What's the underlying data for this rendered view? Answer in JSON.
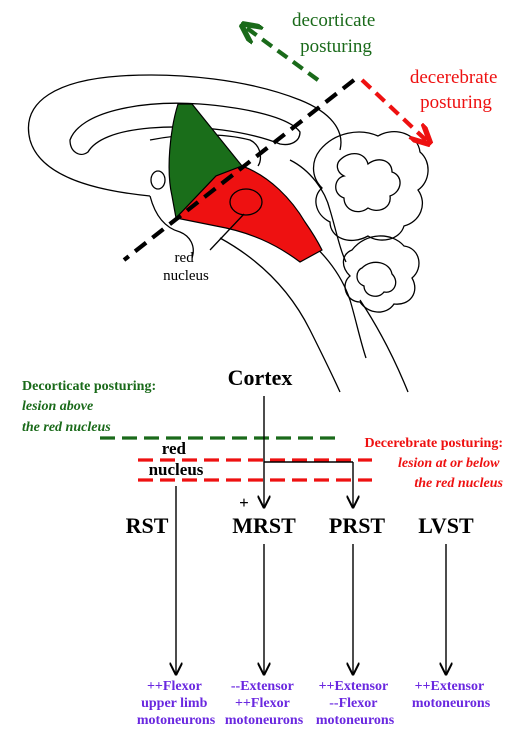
{
  "colors": {
    "green": "#1a6a1a",
    "green_fill": "#1a6e1a",
    "red": "#ee1111",
    "red_fill": "#ee1111",
    "purple": "#6a28e0",
    "black": "#000000"
  },
  "brain": {
    "decorticate_label": [
      "decorticate",
      "posturing"
    ],
    "decerebrate_label": [
      "decerebrate",
      "posturing"
    ],
    "red_nucleus_label": [
      "red",
      "nucleus"
    ]
  },
  "decorticate": {
    "title": "Decorticate posturing:",
    "desc": [
      "lesion above",
      "the red nucleus"
    ]
  },
  "decerebrate": {
    "title": "Decerebrate posturing:",
    "desc": [
      "lesion at or below",
      "the red nucleus"
    ]
  },
  "nodes": {
    "cortex": "Cortex",
    "red_nucleus": [
      "red",
      "nucleus"
    ],
    "plus": "+"
  },
  "tracts": [
    {
      "label": "RST",
      "target": [
        "++Flexor",
        "upper limb",
        "motoneurons"
      ]
    },
    {
      "label": "MRST",
      "target": [
        "--Extensor",
        "++Flexor",
        "motoneurons"
      ]
    },
    {
      "label": "PRST",
      "target": [
        "++Extensor",
        "--Flexor",
        "motoneurons"
      ]
    },
    {
      "label": "LVST",
      "target": [
        "++Extensor",
        "motoneurons"
      ]
    }
  ]
}
